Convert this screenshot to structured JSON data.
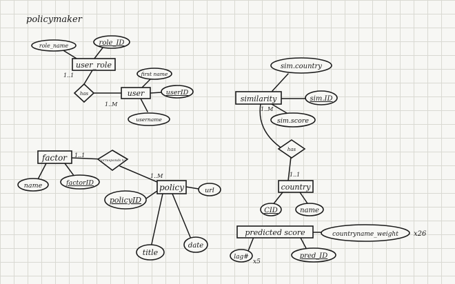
{
  "title": "policymaker",
  "entities": [
    {
      "id": "user_role",
      "label": "user_role"
    },
    {
      "id": "user",
      "label": "user"
    },
    {
      "id": "similarity",
      "label": "similarity"
    },
    {
      "id": "factor",
      "label": "factor"
    },
    {
      "id": "policy",
      "label": "policy"
    },
    {
      "id": "country",
      "label": "country"
    },
    {
      "id": "predicted_score",
      "label": "predicted score"
    }
  ],
  "attributes": [
    {
      "id": "role_name",
      "label": "role_name",
      "key": false
    },
    {
      "id": "role_ID",
      "label": "role_ID",
      "key": true
    },
    {
      "id": "first_name",
      "label": "first name",
      "key": false
    },
    {
      "id": "userID",
      "label": "userID",
      "key": true
    },
    {
      "id": "username",
      "label": "username",
      "key": false
    },
    {
      "id": "sim_country",
      "label": "sim.country",
      "key": false
    },
    {
      "id": "sim_ID",
      "label": "sim.ID",
      "key": true
    },
    {
      "id": "sim_score",
      "label": "sim.score",
      "key": false
    },
    {
      "id": "factor_name",
      "label": "name",
      "key": false
    },
    {
      "id": "factorID",
      "label": "factorID",
      "key": true
    },
    {
      "id": "policyID",
      "label": "policyID",
      "key": true
    },
    {
      "id": "url",
      "label": "url",
      "key": false
    },
    {
      "id": "title",
      "label": "title",
      "key": false
    },
    {
      "id": "date",
      "label": "date",
      "key": false
    },
    {
      "id": "CID",
      "label": "CID",
      "key": true
    },
    {
      "id": "country_name",
      "label": "name",
      "key": false
    },
    {
      "id": "countryname_weight",
      "label": "countryname_weight",
      "key": false
    },
    {
      "id": "lag",
      "label": "lag#",
      "key": false
    },
    {
      "id": "pred_ID",
      "label": "pred_ID",
      "key": true
    }
  ],
  "relationships": [
    {
      "id": "has_user",
      "label": "has"
    },
    {
      "id": "corresponds",
      "label": "corresponds to"
    },
    {
      "id": "has_country",
      "label": "has"
    }
  ],
  "annotations": [
    {
      "id": "card_user_role",
      "label": "1..1"
    },
    {
      "id": "card_user",
      "label": "1..M"
    },
    {
      "id": "card_factor",
      "label": "1..1"
    },
    {
      "id": "card_policy",
      "label": "1..M"
    },
    {
      "id": "card_similarity",
      "label": "1..M"
    },
    {
      "id": "card_country",
      "label": "1..1"
    },
    {
      "id": "mult_weight",
      "label": "x26"
    },
    {
      "id": "mult_lag",
      "label": "x5"
    }
  ]
}
